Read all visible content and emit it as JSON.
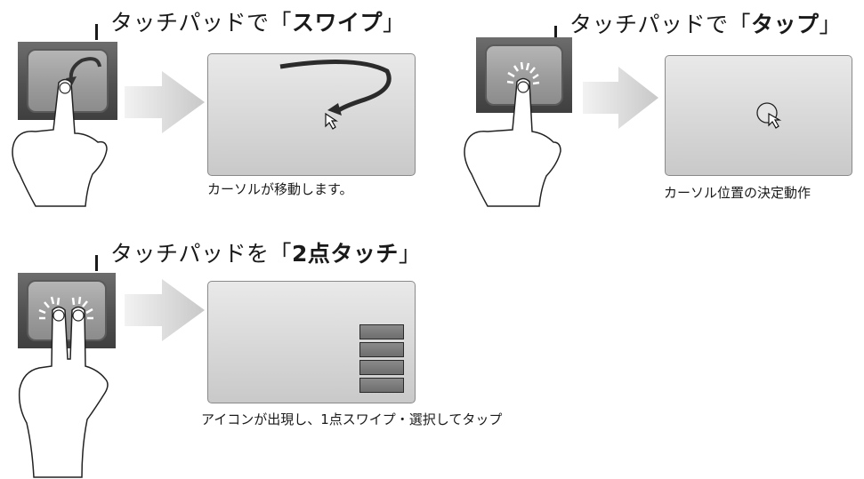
{
  "panels": {
    "swipe": {
      "title_prefix": "タッチパッドで「",
      "title_bold": "スワイプ",
      "title_suffix": "」",
      "caption": "カーソルが移動します。"
    },
    "tap": {
      "title_prefix": "タッチパッドで「",
      "title_bold": "タップ",
      "title_suffix": "」",
      "caption": "カーソル位置の決定動作"
    },
    "two_point": {
      "title_prefix": "タッチパッドを「",
      "title_bold": "2点タッチ",
      "title_suffix": "」",
      "caption": "アイコンが出現し、1点スワイプ・選択してタップ"
    }
  },
  "icons": {
    "arrow": "right-arrow-icon",
    "cursor": "cursor-arrow-icon",
    "hand": "hand-icon",
    "tap_burst": "tap-burst-icon"
  },
  "colors": {
    "pad_dark": "#505050",
    "pad_light": "#a8a8a8",
    "screen": "#d8d8d8",
    "arrow": "#cfcfcf"
  }
}
